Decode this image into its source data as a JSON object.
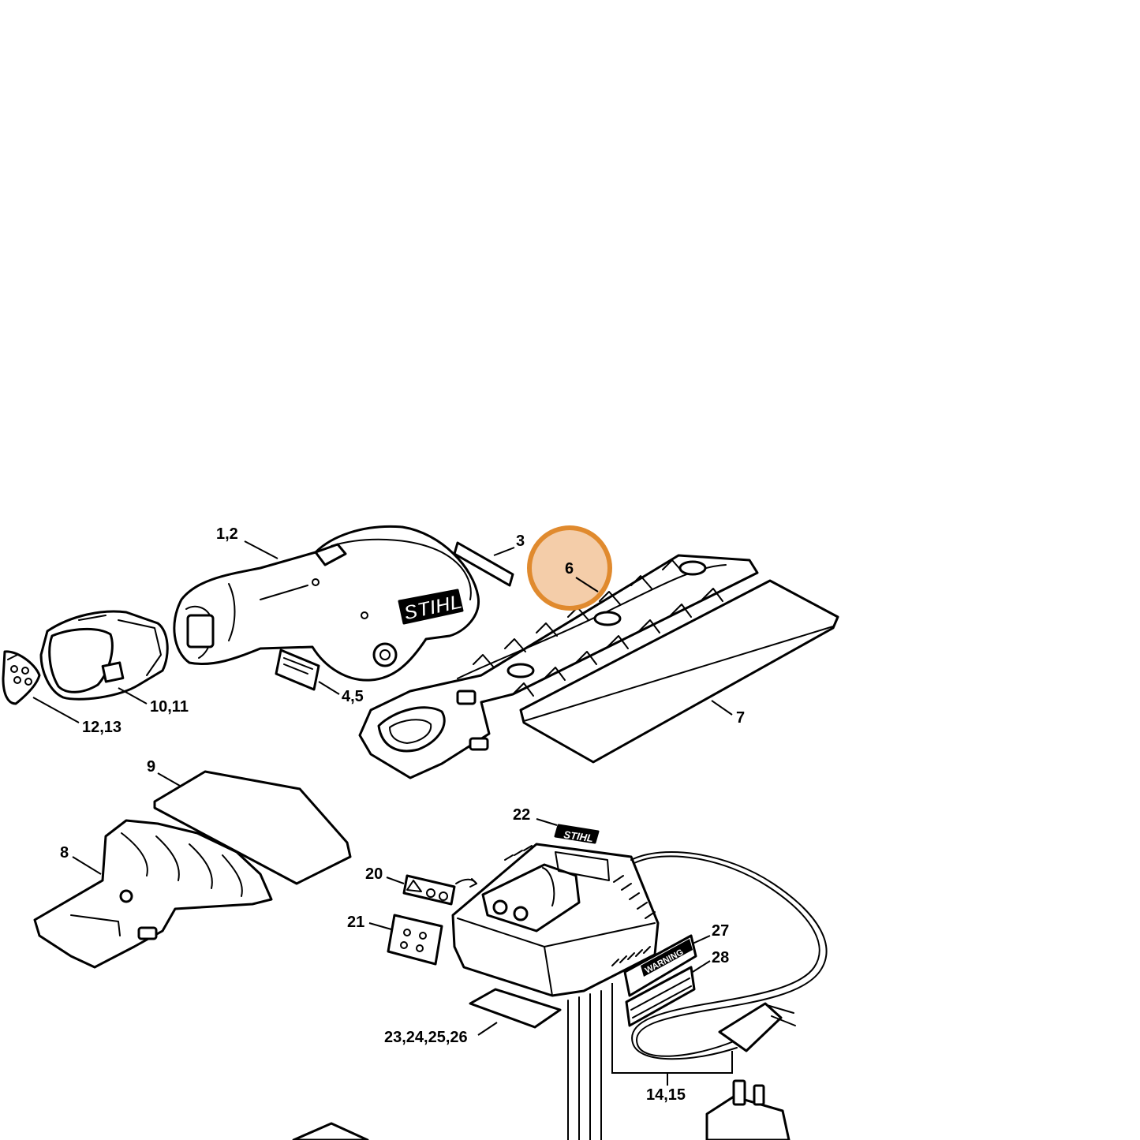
{
  "callouts": [
    {
      "id": "c-1-2",
      "text": "1,2"
    },
    {
      "id": "c-3",
      "text": "3"
    },
    {
      "id": "c-6",
      "text": "6"
    },
    {
      "id": "c-4-5",
      "text": "4,5"
    },
    {
      "id": "c-10-11",
      "text": "10,11"
    },
    {
      "id": "c-12-13",
      "text": "12,13"
    },
    {
      "id": "c-7",
      "text": "7"
    },
    {
      "id": "c-9",
      "text": "9"
    },
    {
      "id": "c-8",
      "text": "8"
    },
    {
      "id": "c-22",
      "text": "22"
    },
    {
      "id": "c-20",
      "text": "20"
    },
    {
      "id": "c-21",
      "text": "21"
    },
    {
      "id": "c-27",
      "text": "27"
    },
    {
      "id": "c-28",
      "text": "28"
    },
    {
      "id": "c-23-26",
      "text": "23,24,25,26"
    },
    {
      "id": "c-14-15",
      "text": "14,15"
    }
  ],
  "brand": {
    "logo_text": "STIHL",
    "decal_text": "STIHL"
  },
  "warning_label": {
    "text": "WARNING"
  },
  "highlight": {
    "label": "6",
    "color": "#e08a2e",
    "fill": "#f2c49a"
  }
}
